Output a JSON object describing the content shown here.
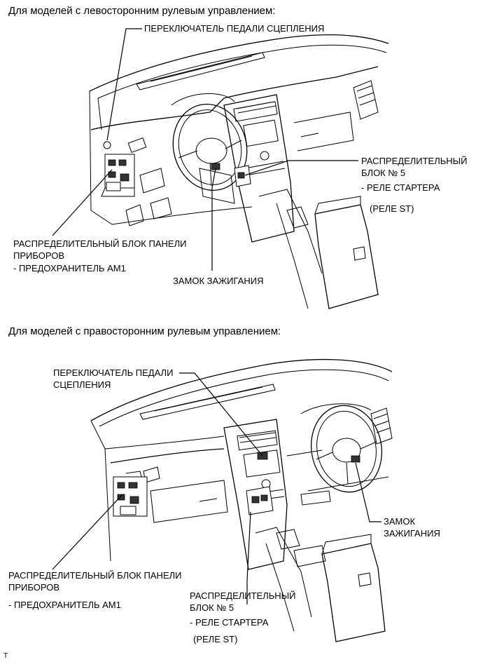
{
  "section_lhd": {
    "heading": "Для моделей с левосторонним рулевым управлением:",
    "clutch_switch": "ПЕРЕКЛЮЧАТЕЛЬ ПЕДАЛИ СЦЕПЛЕНИЯ",
    "junction_block_5_line1": "РАСПРЕДЕЛИТЕЛЬНЫЙ",
    "junction_block_5_line2": "БЛОК № 5",
    "starter_relay": "- РЕЛЕ СТАРТЕРА",
    "st_relay": "(РЕЛЕ ST)",
    "instrument_panel_jb_line1": "РАСПРЕДЕЛИТЕЛЬНЫЙ БЛОК ПАНЕЛИ",
    "instrument_panel_jb_line2": "ПРИБОРОВ",
    "am1_fuse": "- ПРЕДОХРАНИТЕЛЬ AM1",
    "ignition_switch": "ЗАМОК ЗАЖИГАНИЯ"
  },
  "section_rhd": {
    "heading": "Для моделей с правосторонним рулевым управлением:",
    "clutch_switch_line1": "ПЕРЕКЛЮЧАТЕЛЬ ПЕДАЛИ",
    "clutch_switch_line2": "СЦЕПЛЕНИЯ",
    "ignition_switch_line1": "ЗАМОК",
    "ignition_switch_line2": "ЗАЖИГАНИЯ",
    "instrument_panel_jb_line1": "РАСПРЕДЕЛИТЕЛЬНЫЙ БЛОК ПАНЕЛИ",
    "instrument_panel_jb_line2": "ПРИБОРОВ",
    "am1_fuse": "- ПРЕДОХРАНИТЕЛЬ AM1",
    "junction_block_5_line1": "РАСПРЕДЕЛИТЕЛЬНЫЙ",
    "junction_block_5_line2": "БЛОК № 5",
    "starter_relay": "- РЕЛЕ СТАРТЕРА",
    "st_relay": "(РЕЛЕ ST)"
  },
  "footer": {
    "mark": "T"
  }
}
